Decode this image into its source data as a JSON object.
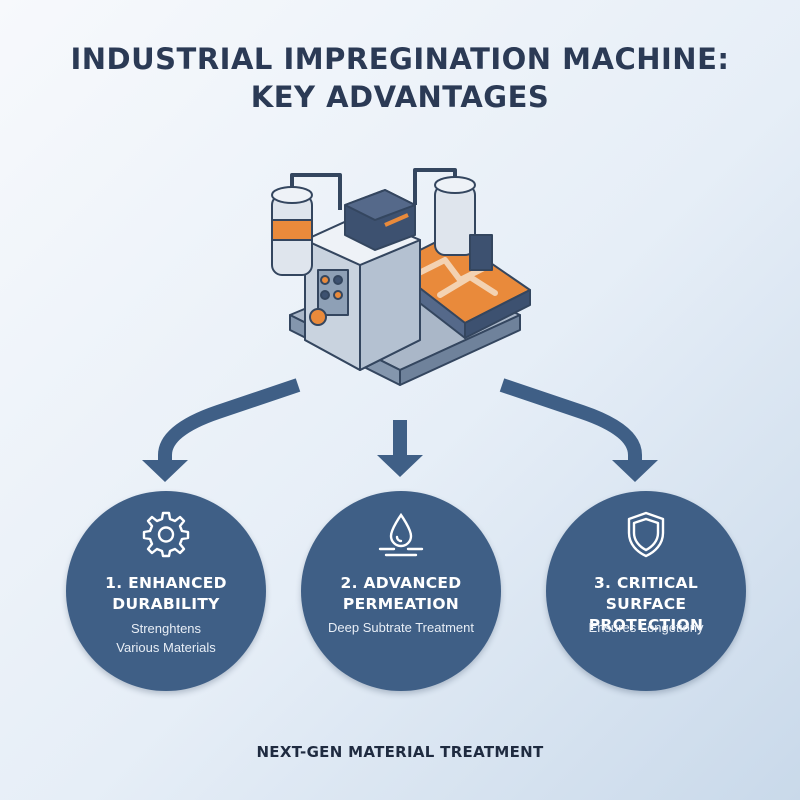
{
  "title": {
    "line1": "INDUSTRIAL IMPREGINATION MACHINE:",
    "line2": "KEY ADVANTAGES"
  },
  "illustration": {
    "subject": "impregnation-machine",
    "colors": {
      "body": "#c9d3df",
      "accent": "#e98a3b",
      "outline": "#34465f",
      "dark": "#3d5170"
    }
  },
  "flow": {
    "arrow_color": "#3f5f86",
    "source": "machine",
    "targets": 3
  },
  "advantages": [
    {
      "heading_line1": "1. ENHANCED",
      "heading_line2": "DURABILITY",
      "sub_line1": "Strenghtens",
      "sub_line2": "Various Materials",
      "icon": "gear-icon"
    },
    {
      "heading_line1": "2. ADVANCED",
      "heading_line2": "PERMEATION",
      "sub_line1": "Deep Subtrate Treatment",
      "sub_line2": "",
      "icon": "water-drop-icon"
    },
    {
      "heading_line1": "3. CRITICAL SURFACE",
      "heading_line2": "PROTECTION",
      "sub_line1": "Ensures Longetiony",
      "sub_line2": "",
      "icon": "shield-icon"
    }
  ],
  "footer": "NEXT-GEN MATERIAL TREATMENT"
}
